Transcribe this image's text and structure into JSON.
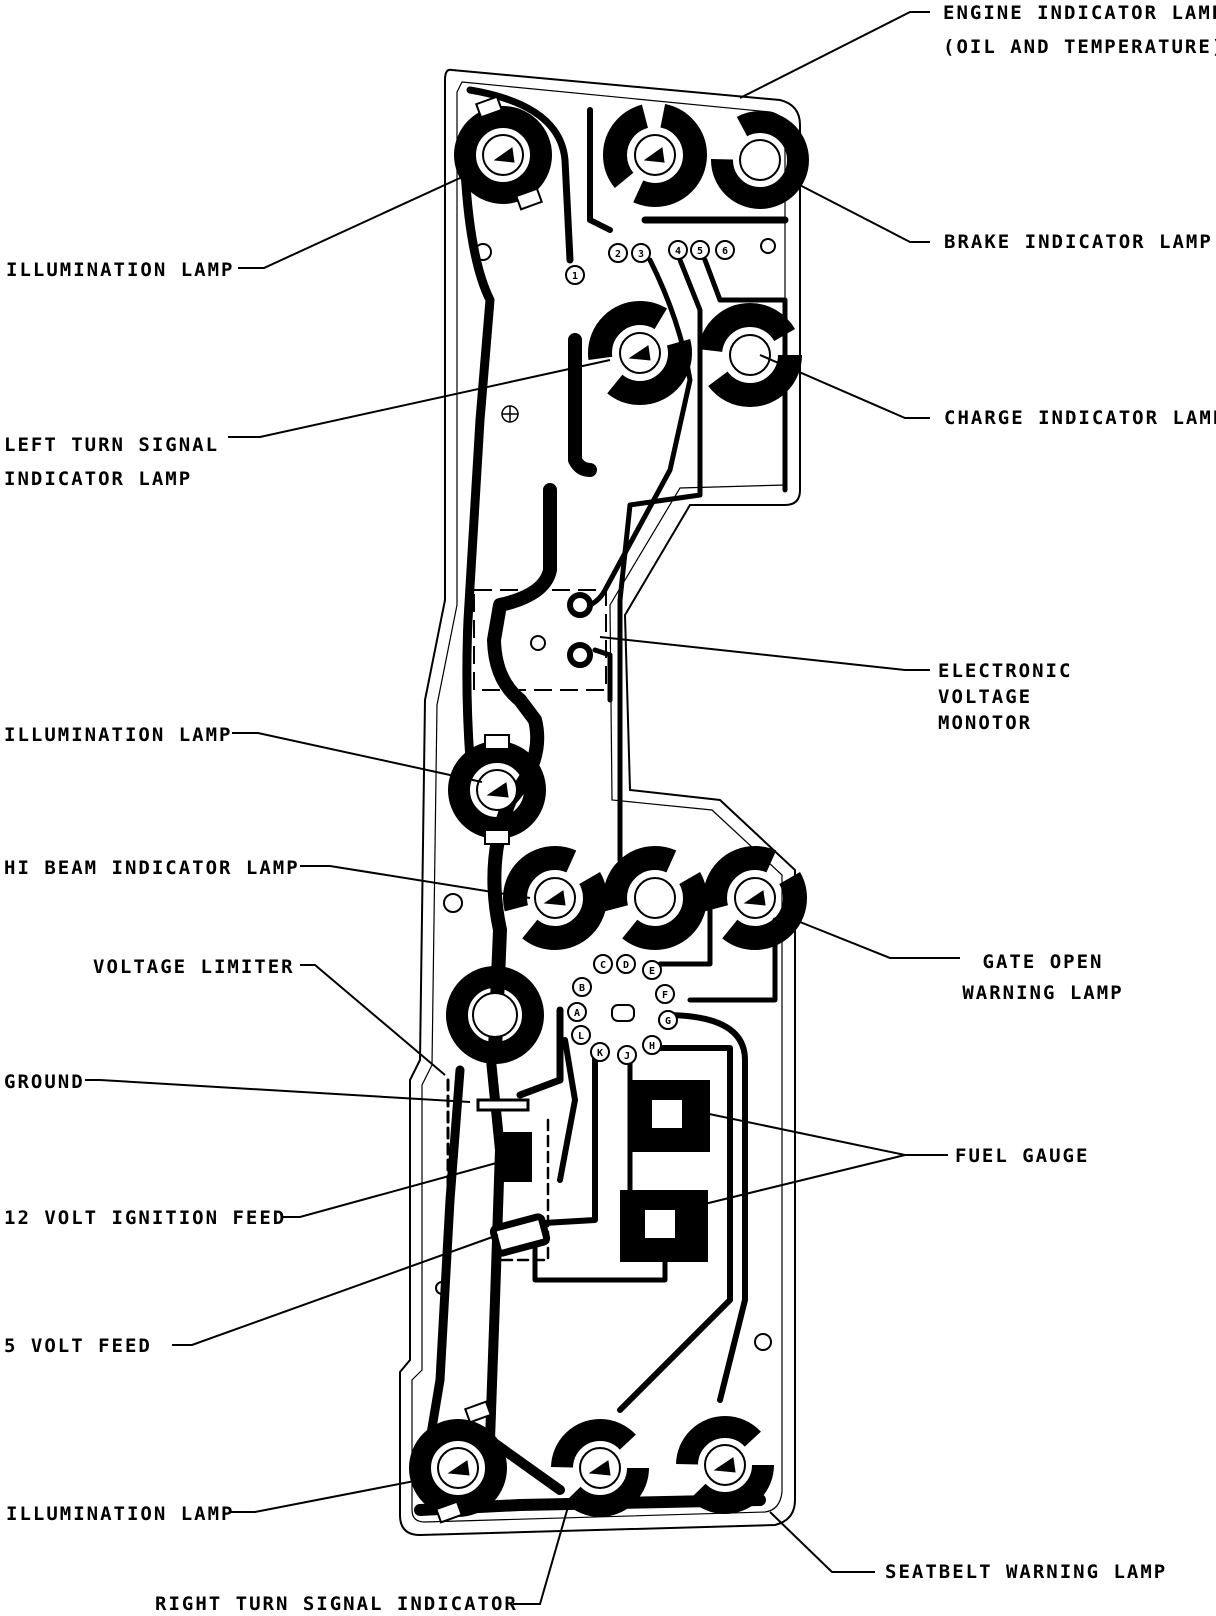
{
  "colors": {
    "ink": "#000000",
    "paper": "#ffffff"
  },
  "labels": {
    "engine_indicator_lamp": [
      "ENGINE INDICATOR LAMP",
      "(OIL AND TEMPERATURE)"
    ],
    "brake_indicator_lamp": [
      "BRAKE INDICATOR LAMP"
    ],
    "charge_indicator_lamp": [
      "CHARGE INDICATOR LAMP"
    ],
    "electronic_voltage_monitor": [
      "ELECTRONIC",
      "VOLTAGE",
      "MONOTOR"
    ],
    "gate_open_warning_lamp": [
      "GATE OPEN",
      "WARNING LAMP"
    ],
    "fuel_gauge": [
      "FUEL GAUGE"
    ],
    "seatbelt_warning_lamp": [
      "SEATBELT WARNING LAMP"
    ],
    "right_turn_signal_indicator": [
      "RIGHT TURN SIGNAL INDICATOR"
    ],
    "illumination_lamp_top": [
      "ILLUMINATION LAMP"
    ],
    "left_turn_signal_indicator_lamp": [
      "LEFT TURN SIGNAL",
      "INDICATOR LAMP"
    ],
    "illumination_lamp_middle": [
      "ILLUMINATION LAMP"
    ],
    "hi_beam_indicator_lamp": [
      "HI BEAM INDICATOR LAMP"
    ],
    "voltage_limiter": [
      "VOLTAGE LIMITER"
    ],
    "ground": [
      "GROUND"
    ],
    "ignition_feed_12v": [
      "12 VOLT IGNITION FEED"
    ],
    "volt_feed_5v": [
      "5 VOLT FEED"
    ],
    "illumination_lamp_bottom": [
      "ILLUMINATION LAMP"
    ]
  },
  "connector_pins_top": [
    "1",
    "2",
    "3",
    "4",
    "5",
    "6"
  ],
  "connector_pins_bottom": [
    "A",
    "B",
    "C",
    "D",
    "E",
    "F",
    "G",
    "H",
    "J",
    "K",
    "L"
  ]
}
